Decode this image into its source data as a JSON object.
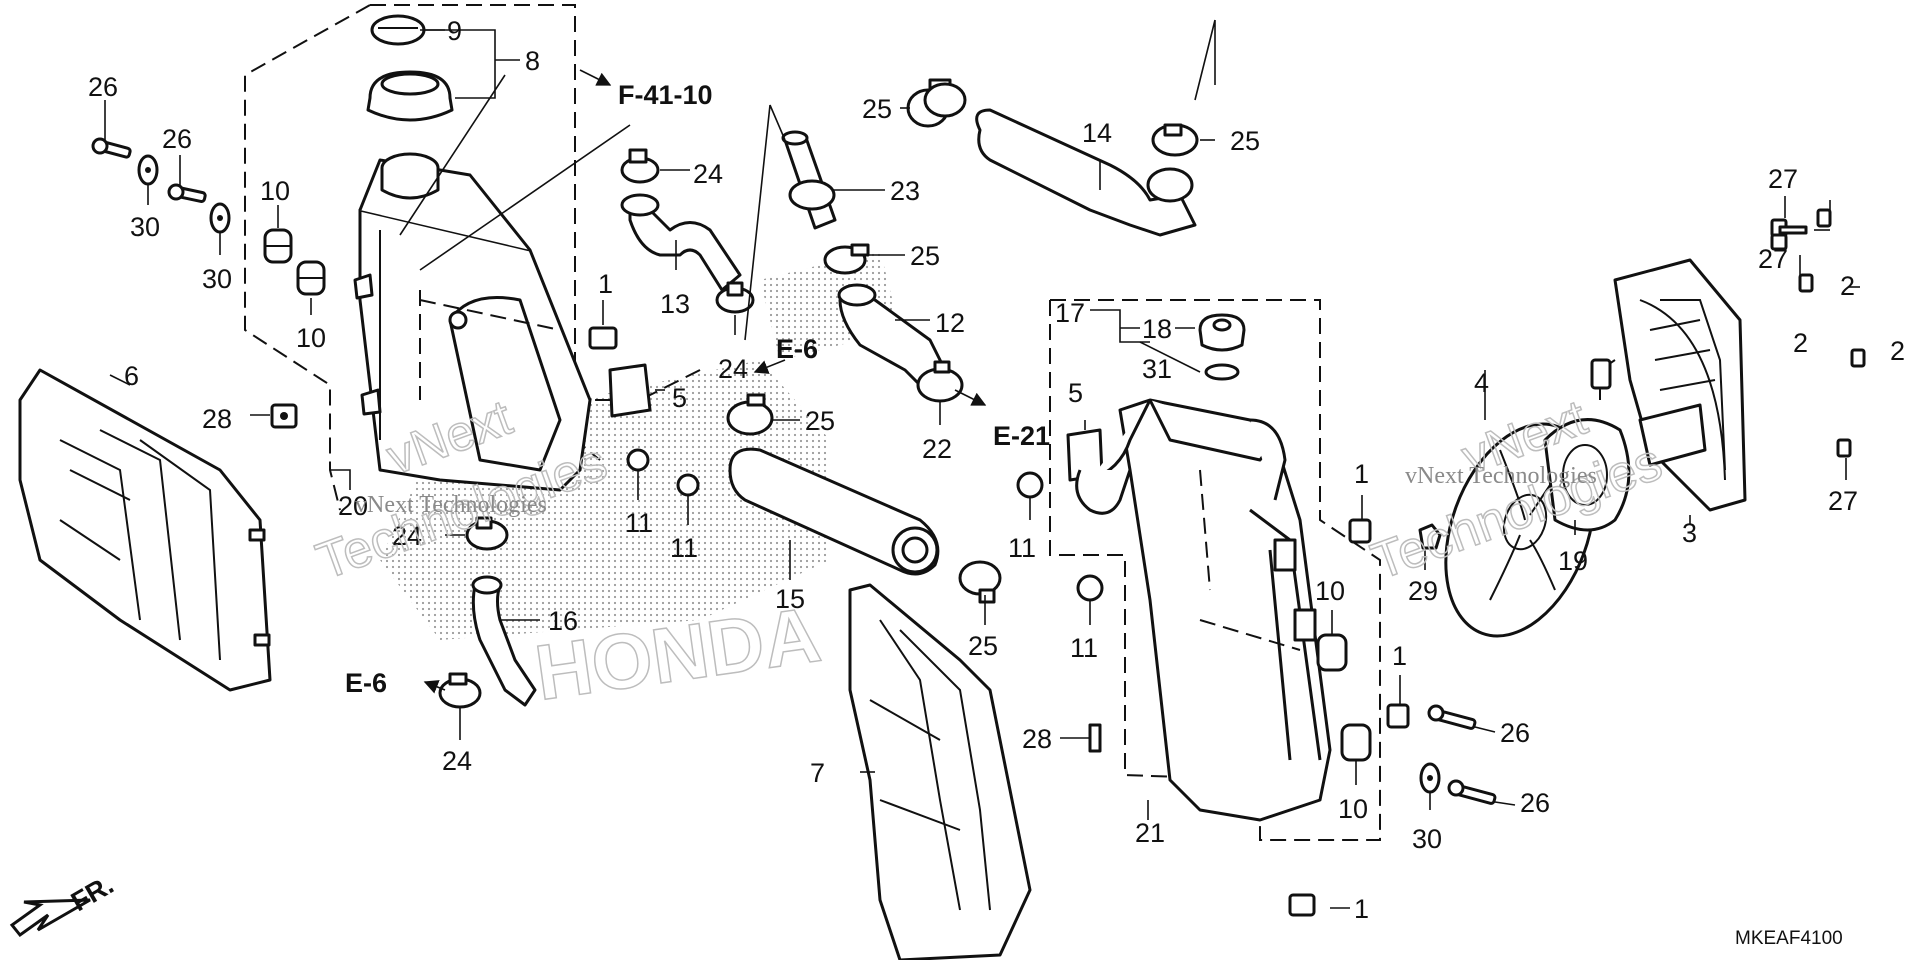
{
  "callouts": [
    {
      "id": "c9",
      "text": "9"
    },
    {
      "id": "c8",
      "text": "8"
    },
    {
      "id": "c26a",
      "text": "26"
    },
    {
      "id": "c26b",
      "text": "26"
    },
    {
      "id": "c30a",
      "text": "30"
    },
    {
      "id": "c30b",
      "text": "30"
    },
    {
      "id": "c10a",
      "text": "10"
    },
    {
      "id": "c10b",
      "text": "10"
    },
    {
      "id": "c6",
      "text": "6"
    },
    {
      "id": "c28a",
      "text": "28"
    },
    {
      "id": "c20",
      "text": "20"
    },
    {
      "id": "c24a",
      "text": "24"
    },
    {
      "id": "c13",
      "text": "13"
    },
    {
      "id": "c24b",
      "text": "24"
    },
    {
      "id": "c1a",
      "text": "1"
    },
    {
      "id": "c5a",
      "text": "5"
    },
    {
      "id": "c11a",
      "text": "11"
    },
    {
      "id": "c11b",
      "text": "11"
    },
    {
      "id": "c24c",
      "text": "24"
    },
    {
      "id": "c16",
      "text": "16"
    },
    {
      "id": "c24d",
      "text": "24"
    },
    {
      "id": "c25a",
      "text": "25"
    },
    {
      "id": "c23",
      "text": "23"
    },
    {
      "id": "c25b",
      "text": "25"
    },
    {
      "id": "c12",
      "text": "12"
    },
    {
      "id": "c22",
      "text": "22"
    },
    {
      "id": "c25c",
      "text": "25"
    },
    {
      "id": "c15",
      "text": "15"
    },
    {
      "id": "c25d",
      "text": "25"
    },
    {
      "id": "c7",
      "text": "7"
    },
    {
      "id": "c14",
      "text": "14"
    },
    {
      "id": "c25e",
      "text": "25"
    },
    {
      "id": "c17",
      "text": "17"
    },
    {
      "id": "c18",
      "text": "18"
    },
    {
      "id": "c31",
      "text": "31"
    },
    {
      "id": "c5b",
      "text": "5"
    },
    {
      "id": "c11c",
      "text": "11"
    },
    {
      "id": "c11d",
      "text": "11"
    },
    {
      "id": "c28b",
      "text": "28"
    },
    {
      "id": "c21",
      "text": "21"
    },
    {
      "id": "c1b",
      "text": "1"
    },
    {
      "id": "c10c",
      "text": "10"
    },
    {
      "id": "c10d",
      "text": "10"
    },
    {
      "id": "c1c",
      "text": "1"
    },
    {
      "id": "c1d",
      "text": "1"
    },
    {
      "id": "c26c",
      "text": "26"
    },
    {
      "id": "c26d",
      "text": "26"
    },
    {
      "id": "c30c",
      "text": "30"
    },
    {
      "id": "c29",
      "text": "29"
    },
    {
      "id": "c4",
      "text": "4"
    },
    {
      "id": "c19",
      "text": "19"
    },
    {
      "id": "c3",
      "text": "3"
    },
    {
      "id": "c27a",
      "text": "27"
    },
    {
      "id": "c27b",
      "text": "27"
    },
    {
      "id": "c27c",
      "text": "27"
    },
    {
      "id": "c2a",
      "text": "2"
    },
    {
      "id": "c2b",
      "text": "2"
    },
    {
      "id": "c2c",
      "text": "2"
    }
  ],
  "references": {
    "f4110": "F-41-10",
    "e6a": "E-6",
    "e6b": "E-6",
    "e21": "E-21"
  },
  "front_marker": "FR.",
  "diagram_code": "MKEAF4100",
  "watermark": {
    "vnext_a": "vNext",
    "tech_a": "Technologies",
    "vnext_b": "vNext",
    "tech_b": "Technologies",
    "small_a": "vNext Technologies",
    "small_b": "vNext Technologies",
    "brand": "HONDA"
  }
}
